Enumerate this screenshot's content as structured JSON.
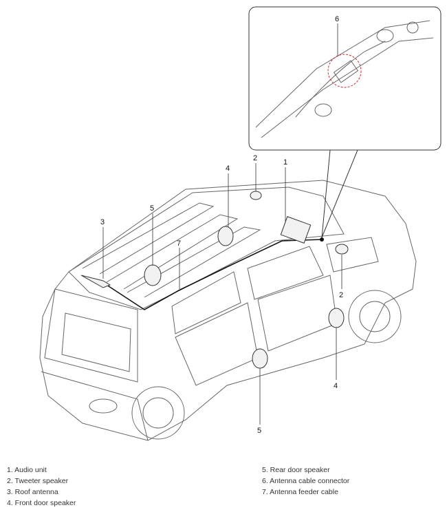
{
  "callouts": {
    "audio_unit": "1",
    "tweeter_top": "2",
    "tweeter_right": "2",
    "roof_antenna": "3",
    "front_speaker_top": "4",
    "front_speaker_bottom": "4",
    "rear_speaker_top": "5",
    "rear_speaker_bottom": "5",
    "connector": "6",
    "feeder_cable": "7"
  },
  "legend": {
    "left": [
      "1. Audio unit",
      "2. Tweeter speaker",
      "3. Roof antenna",
      "4. Front door speaker"
    ],
    "right": [
      "5. Rear door speaker",
      "6. Antenna cable connector",
      "7. Antenna feeder cable"
    ]
  },
  "colors": {
    "line": "#555555",
    "detail_circle": "#d9262b"
  }
}
